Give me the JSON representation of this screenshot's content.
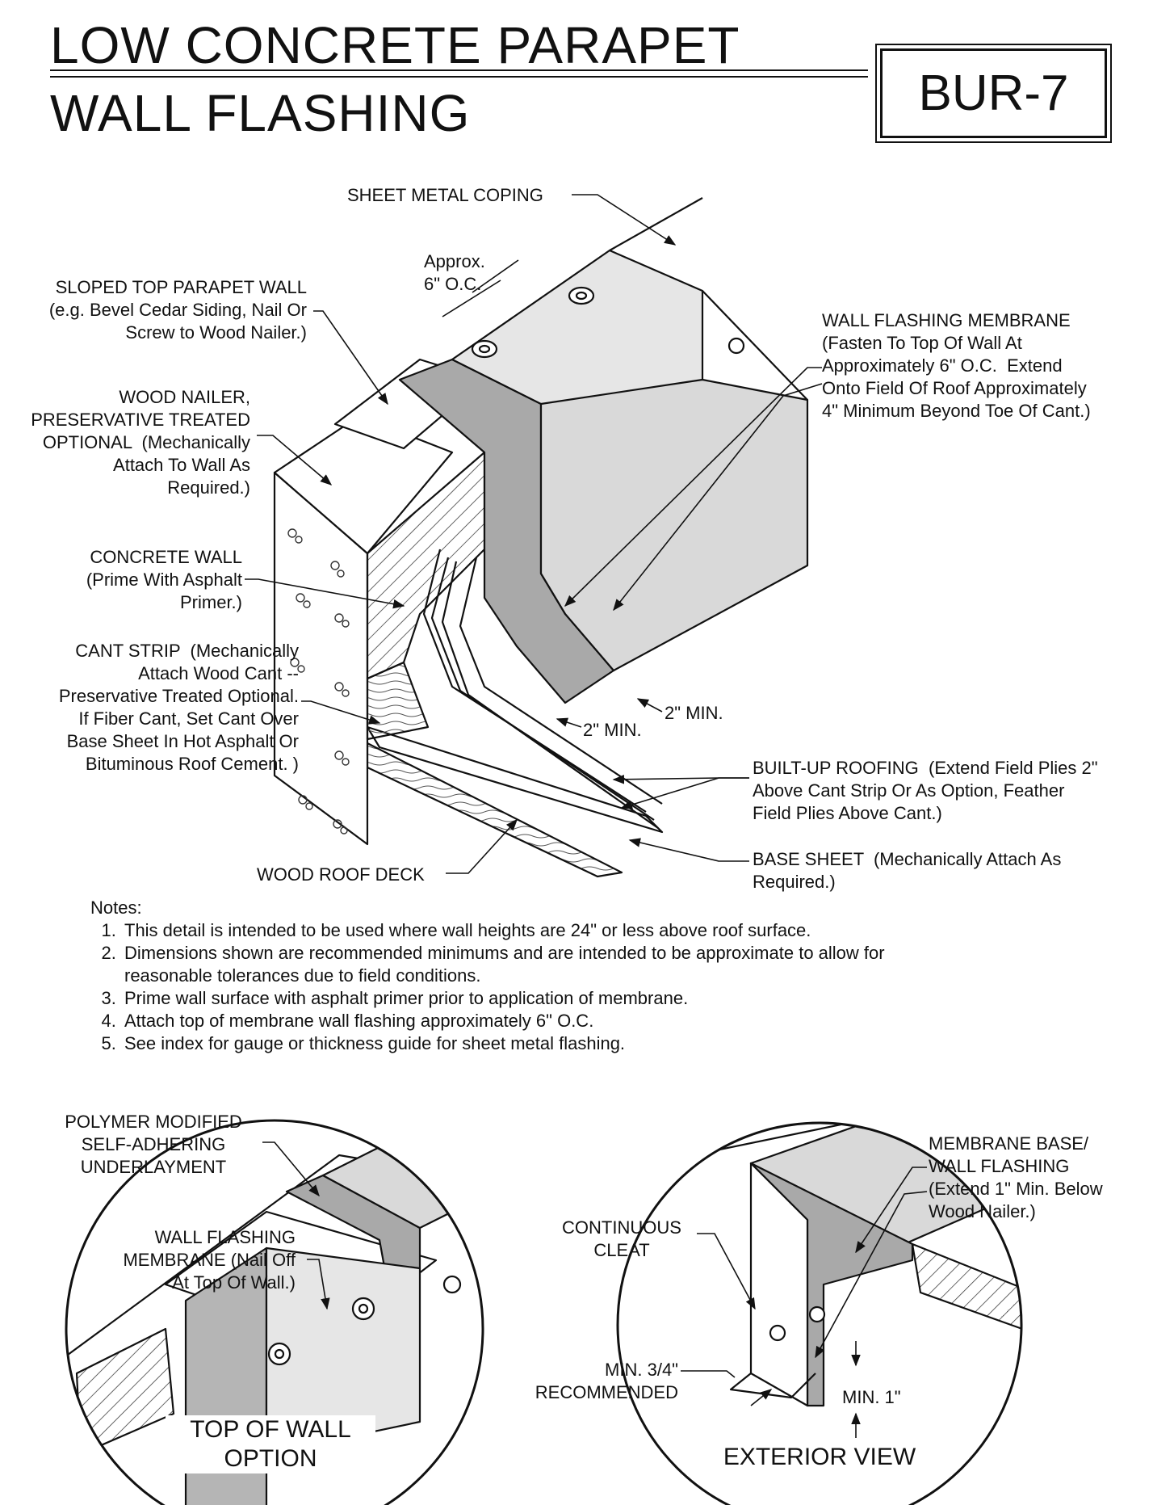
{
  "header": {
    "title_line1": "LOW CONCRETE  PARAPET",
    "title_line2": "WALL FLASHING",
    "detail_code": "BUR-7"
  },
  "main_detail": {
    "labels": {
      "coping": "SHEET METAL COPING",
      "spacing": "Approx.\n6\" O.C.",
      "sloped_top": "SLOPED TOP PARAPET WALL\n(e.g. Bevel Cedar Siding, Nail Or\nScrew to Wood Nailer.)",
      "wood_nailer": "WOOD NAILER,\nPRESERVATIVE TREATED\nOPTIONAL  (Mechanically\nAttach To Wall As\nRequired.)",
      "concrete_wall": "CONCRETE WALL\n(Prime With Asphalt\nPrimer.)",
      "cant_strip": "CANT STRIP  (Mechanically\nAttach Wood Cant --\nPreservative Treated Optional.\nIf Fiber Cant, Set Cant Over\nBase Sheet In Hot Asphalt Or\nBituminous Roof Cement. )",
      "wall_flashing_membrane": "WALL FLASHING MEMBRANE\n(Fasten To Top Of Wall At\nApproximately 6\" O.C.  Extend\nOnto Field Of Roof Approximately\n4\" Minimum Beyond Toe Of Cant.)",
      "min_1": "2\" MIN.",
      "min_2": "2\" MIN.",
      "built_up_roofing": "BUILT-UP ROOFING  (Extend Field Plies 2\"\nAbove Cant Strip Or As Option, Feather\nField Plies Above Cant.)",
      "base_sheet": "BASE SHEET  (Mechanically Attach As\nRequired.)",
      "wood_roof_deck": "WOOD ROOF DECK"
    }
  },
  "notes": {
    "heading": "Notes:",
    "items": [
      "This detail is intended to be used where wall heights are 24\" or less above roof surface.",
      "Dimensions shown are recommended minimums and are intended to be approximate to allow for reasonable tolerances due to field conditions.",
      "Prime wall surface with asphalt primer prior to application of membrane.",
      "Attach top of membrane wall flashing approximately 6\" O.C.",
      "See index for gauge or thickness guide for sheet metal flashing."
    ]
  },
  "top_of_wall_option": {
    "underlayment": "POLYMER MODIFIED\nSELF-ADHERING\nUNDERLAYMENT",
    "membrane": "WALL FLASHING\nMEMBRANE (Nail Off\nAt Top Of Wall.)",
    "caption": "TOP OF WALL\nOPTION"
  },
  "exterior_view": {
    "membrane_base": "MEMBRANE BASE/\nWALL FLASHING\n(Extend 1\" Min. Below\nWood Nailer.)",
    "cleat": "CONTINUOUS\nCLEAT",
    "min_three_quarter": "MIN. 3/4\"\nRECOMMENDED",
    "min_one": "MIN. 1\"",
    "caption": "EXTERIOR VIEW"
  },
  "colors": {
    "line": "#111111",
    "membrane_gray": "#a9a9a9",
    "coping_gray": "#d9d9d9",
    "background": "#ffffff"
  }
}
